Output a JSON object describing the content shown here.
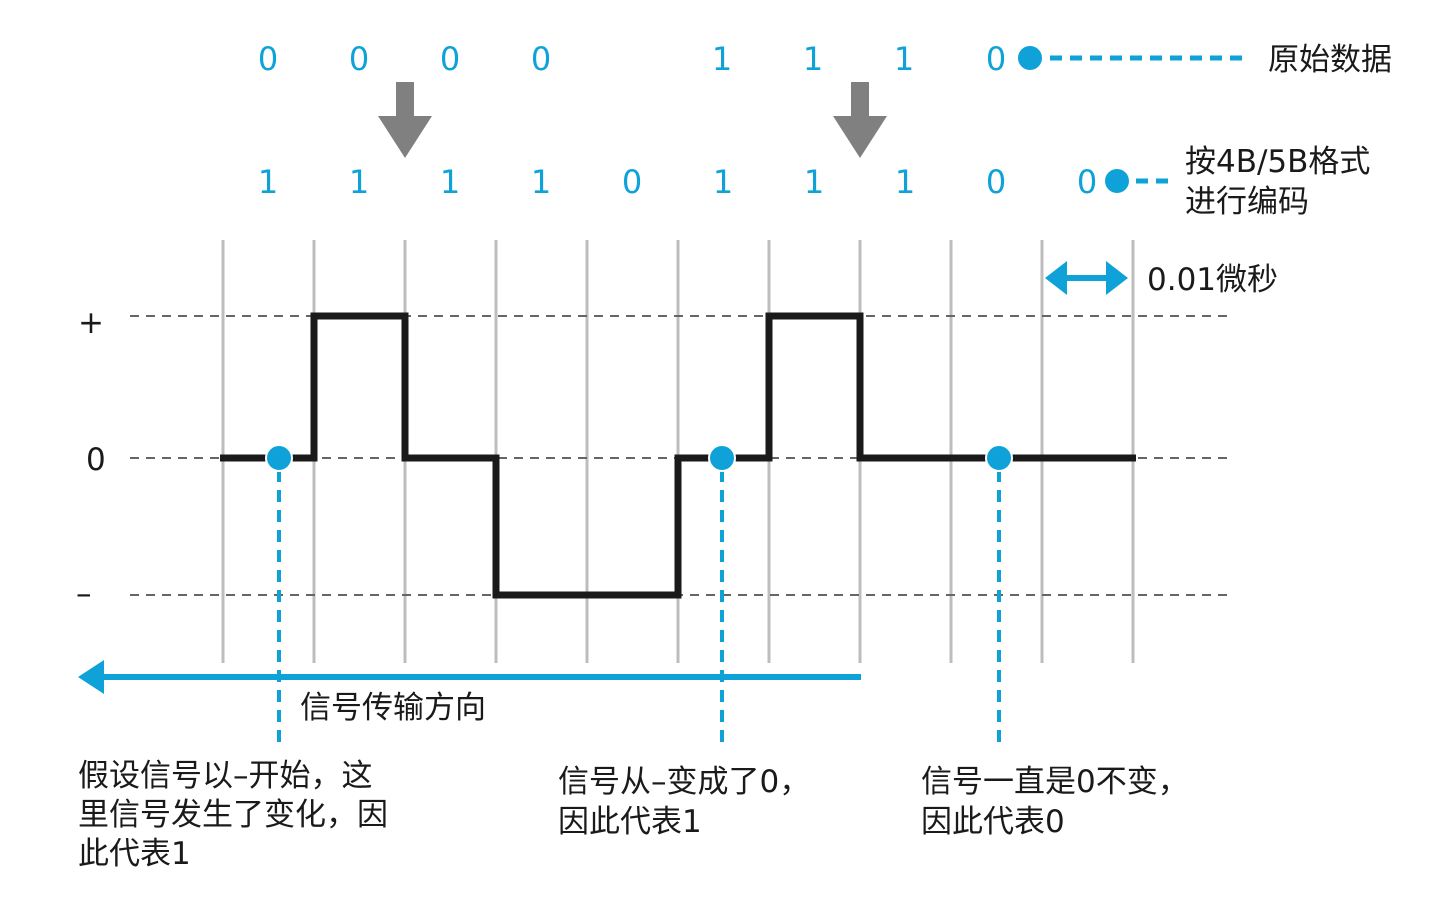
{
  "original_data": {
    "bits": [
      "0",
      "0",
      "0",
      "0",
      "1",
      "1",
      "1",
      "0"
    ],
    "legend": "原始数据"
  },
  "encoded_data": {
    "bits": [
      "1",
      "1",
      "1",
      "1",
      "0",
      "1",
      "1",
      "1",
      "0",
      "0"
    ],
    "legend_line1": "按4B/5B格式",
    "legend_line2": "进行编码"
  },
  "time_unit": "0.01微秒",
  "levels": {
    "plus": "+",
    "zero": "0",
    "minus": "–"
  },
  "direction_label": "信号传输方向",
  "notes": [
    {
      "lines": [
        "假设信号以–开始，这",
        "里信号发生了变化，因",
        "此代表1"
      ]
    },
    {
      "lines": [
        "信号从–变成了0，",
        "因此代表1"
      ]
    },
    {
      "lines": [
        "信号一直是0不变，",
        "因此代表0"
      ]
    }
  ],
  "colors": {
    "accent": "#0ea2d9",
    "signal": "#1a1a1a",
    "grid": "#bdbdbd",
    "arrow": "#808080"
  }
}
